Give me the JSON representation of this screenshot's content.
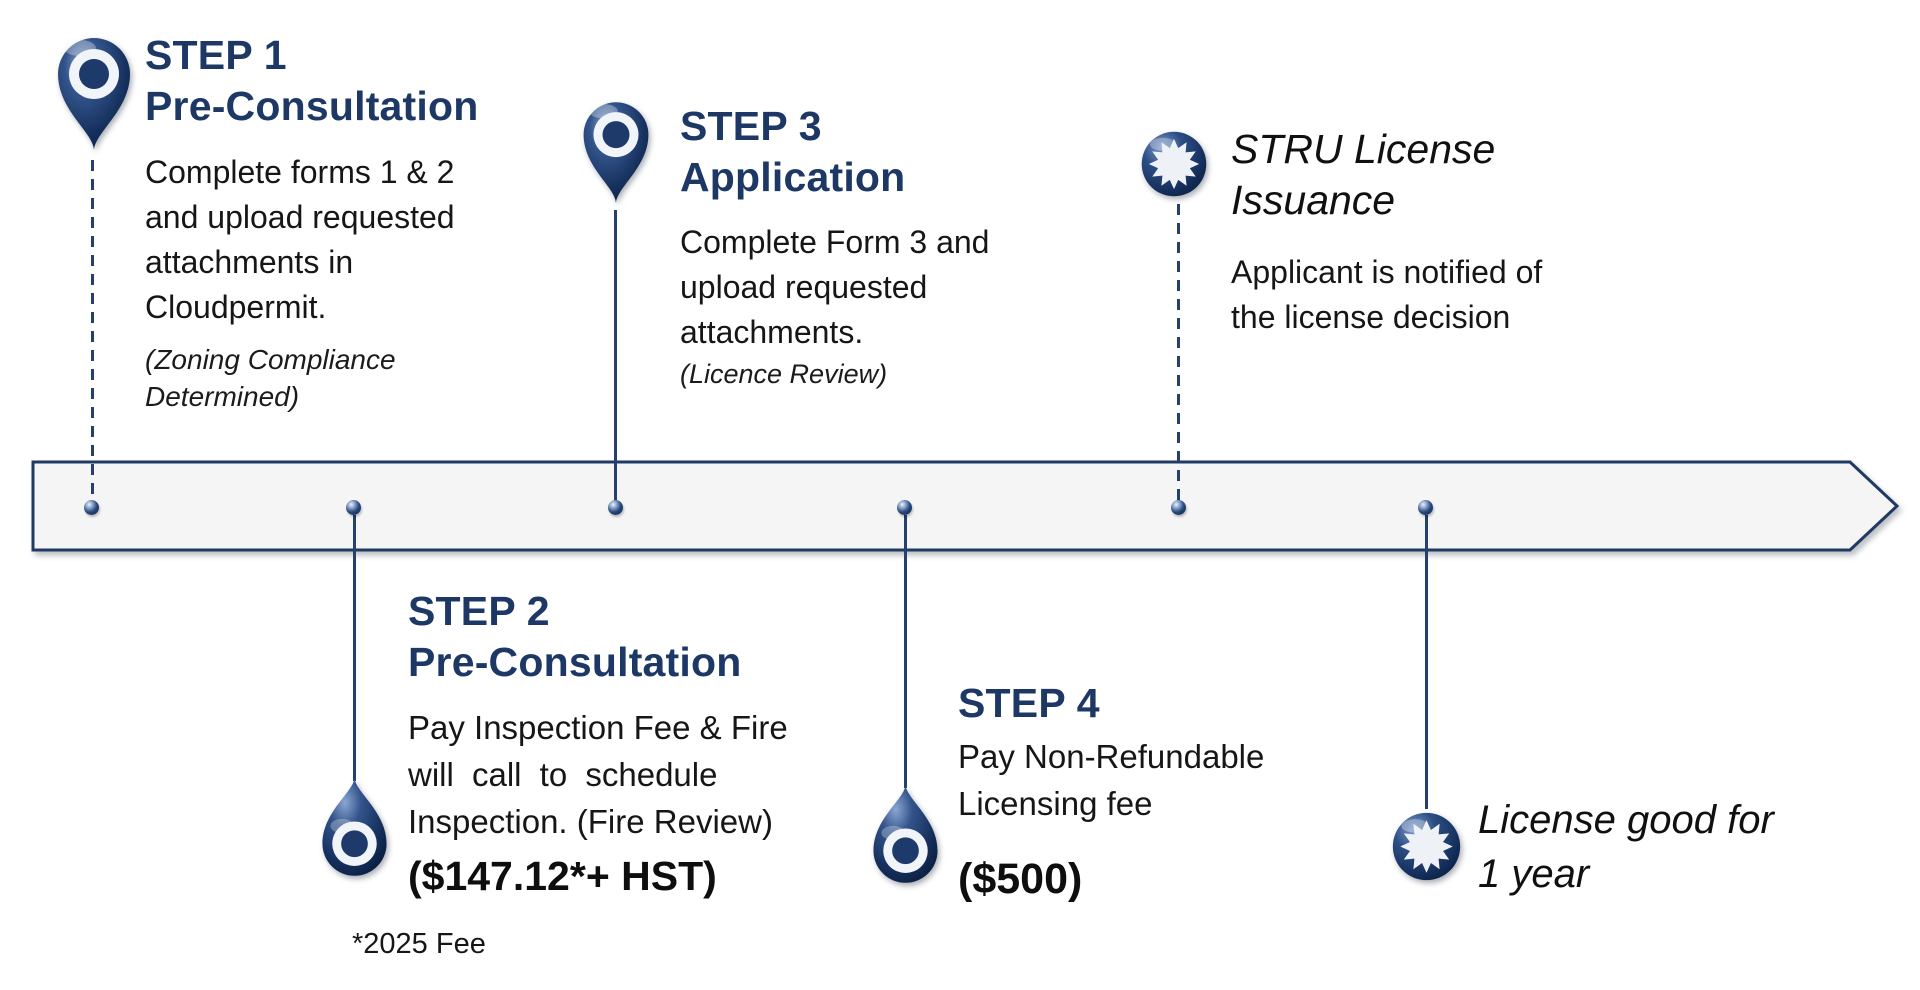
{
  "diagram": {
    "name": "STRU licensing process timeline",
    "colors": {
      "navy_title": "#1d3865",
      "connector_line": "#24406e",
      "bar_fill": "#f5f5f6",
      "bar_border": "#1f3a63",
      "body_text": "#161616",
      "icon_white": "#eef1f6"
    },
    "icons": {
      "step1": "map-pin-icon",
      "step2": "droplet-pin-icon",
      "step3": "map-pin-icon",
      "step4": "droplet-pin-icon",
      "issuance": "badge-starburst-icon",
      "validity": "badge-starburst-icon"
    }
  },
  "steps": {
    "step1": {
      "label": "STEP 1",
      "title": "Pre-Consultation",
      "body": [
        "Complete forms 1 & 2",
        "and upload requested",
        "attachments in",
        "Cloudpermit."
      ],
      "note": [
        "(Zoning Compliance",
        "Determined)"
      ]
    },
    "step2": {
      "label": "STEP 2",
      "title": "Pre-Consultation",
      "body": [
        "Pay Inspection Fee & Fire",
        "will call to schedule",
        "Inspection. (Fire Review)"
      ],
      "fee": "($147.12*+ HST)",
      "footnote": "*2025 Fee"
    },
    "step3": {
      "label": "STEP 3",
      "title": "Application",
      "body": [
        "Complete Form 3 and",
        "upload requested",
        "attachments."
      ],
      "note": [
        "(Licence Review)"
      ]
    },
    "step4": {
      "label": "STEP 4",
      "body": [
        "Pay Non-Refundable",
        "Licensing fee"
      ],
      "fee": "($500)"
    },
    "issuance": {
      "title": [
        "STRU License",
        "Issuance"
      ],
      "body": [
        "Applicant is notified of",
        "the license decision"
      ]
    },
    "validity": {
      "body": [
        "License good for",
        "1 year"
      ]
    }
  }
}
